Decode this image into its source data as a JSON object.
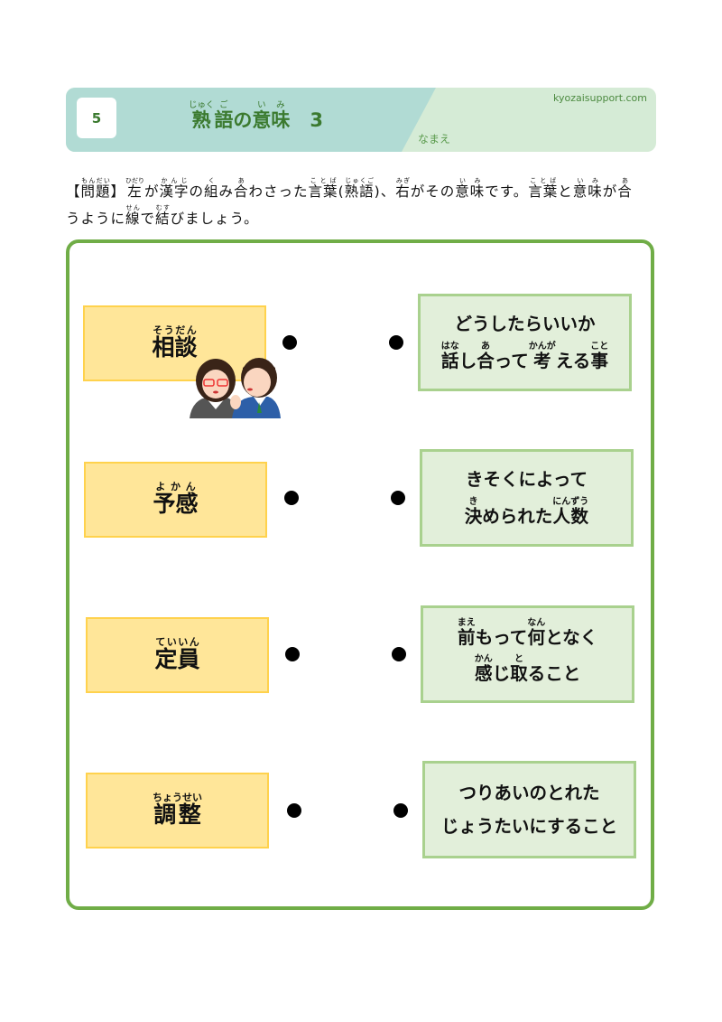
{
  "header": {
    "number": "5",
    "title": [
      [
        "熟",
        "じゅく"
      ],
      [
        "語",
        "ご"
      ],
      [
        "の",
        ""
      ],
      [
        "意",
        "い"
      ],
      [
        "味",
        "み"
      ]
    ],
    "title_number": "3",
    "site": "kyozaisupport.com",
    "name_label": "なまえ"
  },
  "instruction": [
    [
      "【",
      ""
    ],
    [
      "問題",
      "もんだい"
    ],
    [
      "】",
      ""
    ],
    [
      "左",
      "ひだり"
    ],
    [
      "が",
      ""
    ],
    [
      "漢字",
      "かんじ"
    ],
    [
      "の",
      ""
    ],
    [
      "組",
      "く"
    ],
    [
      "み",
      ""
    ],
    [
      "合",
      "あ"
    ],
    [
      "わさった",
      ""
    ],
    [
      "言葉",
      "ことば"
    ],
    [
      "(",
      ""
    ],
    [
      "熟語",
      "じゅくご"
    ],
    [
      ")、",
      ""
    ],
    [
      "右",
      "みぎ"
    ],
    [
      "がその",
      ""
    ],
    [
      "意味",
      "いみ"
    ],
    [
      "です。",
      ""
    ],
    [
      "言葉",
      "ことば"
    ],
    [
      "と",
      ""
    ],
    [
      "意味",
      "いみ"
    ],
    [
      "が",
      ""
    ],
    [
      "合",
      "あ"
    ],
    [
      "うように",
      ""
    ],
    [
      "線",
      "せん"
    ],
    [
      "で",
      ""
    ],
    [
      "結",
      "むす"
    ],
    [
      "びましょう。",
      ""
    ]
  ],
  "left_items": [
    [
      [
        "相談",
        "そうだん"
      ]
    ],
    [
      [
        "予感",
        "よかん"
      ]
    ],
    [
      [
        "定員",
        "ていいん"
      ]
    ],
    [
      [
        "調整",
        "ちょうせい"
      ]
    ]
  ],
  "right_items": [
    [
      [
        [
          "どうしたらいいか",
          ""
        ]
      ],
      [
        [
          "話",
          "はな"
        ],
        [
          "し",
          ""
        ],
        [
          "合",
          "あ"
        ],
        [
          "って",
          ""
        ],
        [
          "考",
          "かんが"
        ],
        [
          "える",
          ""
        ],
        [
          "事",
          "こと"
        ]
      ]
    ],
    [
      [
        [
          "きそくによって",
          ""
        ]
      ],
      [
        [
          "決",
          "き"
        ],
        [
          "められた",
          ""
        ],
        [
          "人数",
          "にんずう"
        ]
      ]
    ],
    [
      [
        [
          "前",
          "まえ"
        ],
        [
          "もって",
          ""
        ],
        [
          "何",
          "なん"
        ],
        [
          "となく",
          ""
        ]
      ],
      [
        [
          "感",
          "かん"
        ],
        [
          "じ",
          ""
        ],
        [
          "取",
          "と"
        ],
        [
          "ること",
          ""
        ]
      ]
    ],
    [
      [
        [
          "つりあいのとれた",
          ""
        ]
      ],
      [
        [
          "じょうたいにすること",
          ""
        ]
      ]
    ]
  ],
  "colors": {
    "frame": "#70ad47",
    "left_fill": "#ffe699",
    "right_fill": "#e2efda",
    "title": "#3b7a2f"
  }
}
